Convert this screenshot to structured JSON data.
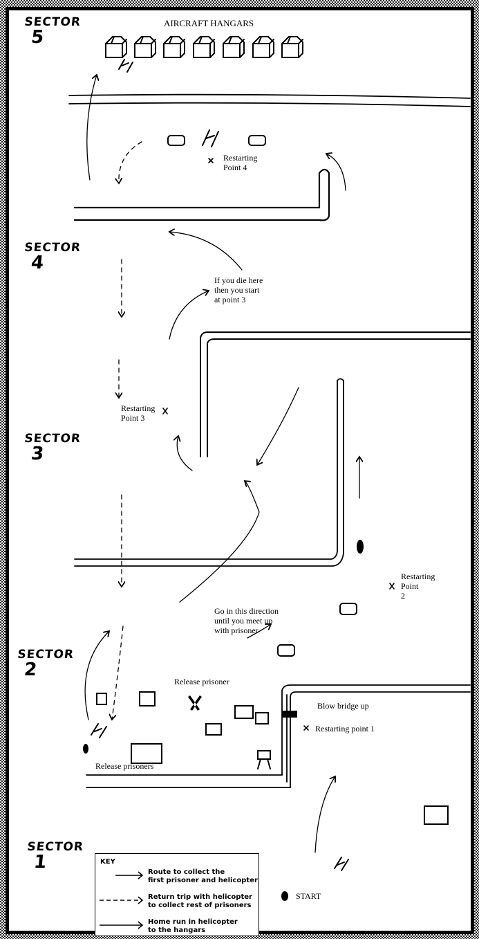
{
  "title": "AIRCRAFT HANGARS",
  "sectors": [
    {
      "word": "SECTOR",
      "number": "5"
    },
    {
      "word": "SECTOR",
      "number": "4"
    },
    {
      "word": "SECTOR",
      "number": "3"
    },
    {
      "word": "SECTOR",
      "number": "2"
    },
    {
      "word": "SECTOR",
      "number": "1"
    }
  ],
  "labels": {
    "restart4": "Restarting\nPoint 4",
    "die_here": "If you die here\nthen you start\nat point 3",
    "restart3": "Restarting\nPoint 3",
    "restart2": "Restarting\nPoint\n2",
    "go_direction": "Go in this direction\nuntil you meet up\nwith prisoner",
    "release_prisoner": "Release prisoner",
    "blow_bridge": "Blow bridge up",
    "restart1": "Restarting point 1",
    "release_prisoners": "Release prisoners",
    "start": "START"
  },
  "key": {
    "title": "KEY",
    "items": [
      {
        "style": "solid",
        "text": "Route to collect the\nfirst prisoner and helicopter"
      },
      {
        "style": "dashed",
        "text": "Return trip with helicopter\nto collect rest of prisoners"
      },
      {
        "style": "solid",
        "text": "Home run in helicopter\nto the hangars"
      }
    ]
  }
}
